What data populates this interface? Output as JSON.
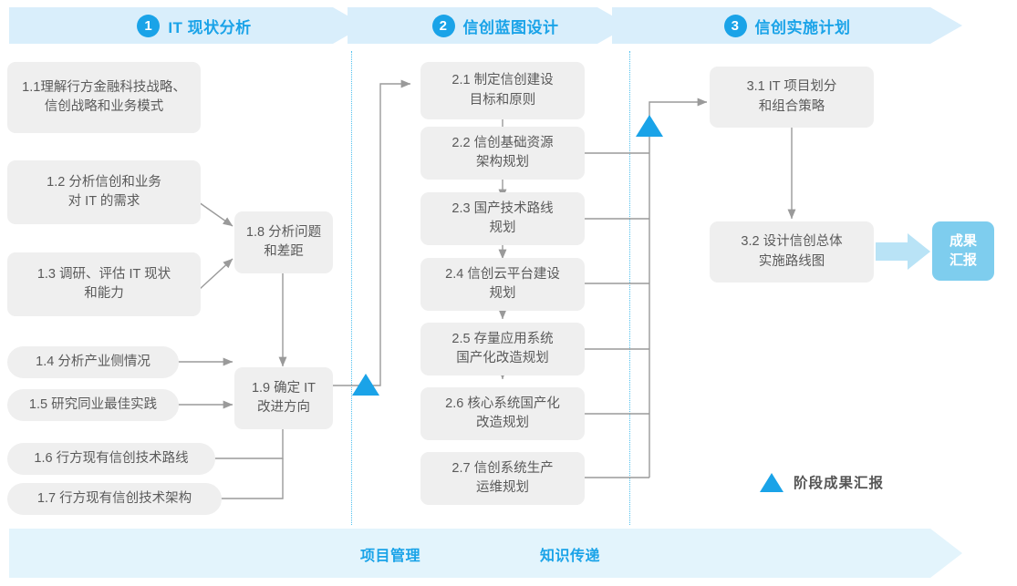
{
  "colors": {
    "accent": "#1aa3e8",
    "band_fill": "#d9eefb",
    "bottom_band_fill": "#e3f4fc",
    "node_fill": "#efefef",
    "node_text": "#5a5a5a",
    "result_fill": "#7ecdee",
    "connector": "#9a9a9a",
    "divider": "#4fc0ee"
  },
  "phases": [
    {
      "num": "1",
      "title": "IT 现状分析"
    },
    {
      "num": "2",
      "title": "信创蓝图设计"
    },
    {
      "num": "3",
      "title": "信创实施计划"
    }
  ],
  "nodes": {
    "n11": "1.1理解行方金融科技战略、\n信创战略和业务模式",
    "n12": "1.2 分析信创和业务\n对 IT 的需求",
    "n13": "1.3 调研、评估 IT 现状\n和能力",
    "n14": "1.4 分析产业侧情况",
    "n15": "1.5 研究同业最佳实践",
    "n16": "1.6 行方现有信创技术路线",
    "n17": "1.7 行方现有信创技术架构",
    "n18": "1.8 分析问题\n和差距",
    "n19": "1.9 确定 IT\n改进方向",
    "n21": "2.1 制定信创建设\n目标和原则",
    "n22": "2.2 信创基础资源\n架构规划",
    "n23": "2.3 国产技术路线\n规划",
    "n24": "2.4 信创云平台建设\n规划",
    "n25": "2.5 存量应用系统\n国产化改造规划",
    "n26": "2.6 核心系统国产化\n改造规划",
    "n27": "2.7 信创系统生产\n运维规划",
    "n31": "3.1 IT 项目划分\n和组合策略",
    "n32": "3.2 设计信创总体\n实施路线图",
    "result": "成果\n汇报"
  },
  "legend": {
    "milestone_label": "阶段成果汇报",
    "milestone_icon": "triangle-up-icon"
  },
  "bottom_band": {
    "labels": [
      "项目管理",
      "知识传递"
    ]
  }
}
